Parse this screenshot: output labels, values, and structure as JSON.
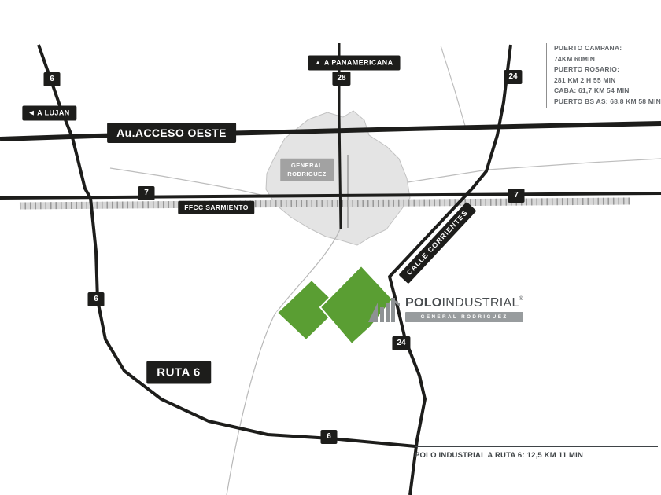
{
  "icons": {
    "arrow_up": "▲",
    "arrow_left": "◀"
  },
  "direction_labels": {
    "panamericana": "A PANAMERICANA",
    "lujan": "A LUJAN"
  },
  "road_labels": {
    "acceso_oeste": "Au.ACCESO OESTE",
    "ffcc_sarmiento": "FFCC SARMIENTO",
    "calle_corrientes": "CALLE CORRIENTES",
    "ruta_6": "RUTA 6"
  },
  "route_shields": [
    {
      "label": "6"
    },
    {
      "label": "28"
    },
    {
      "label": "24"
    },
    {
      "label": "7"
    },
    {
      "label": "7"
    },
    {
      "label": "6"
    },
    {
      "label": "24"
    },
    {
      "label": "6"
    }
  ],
  "city": {
    "name_line1": "GENERAL",
    "name_line2": "RODRIGUEZ"
  },
  "distances_panel": {
    "lines": [
      "PUERTO CAMPANA:",
      "74KM 60MIN",
      "PUERTO ROSARIO:",
      "281 KM 2 H 55 MIN",
      "CABA: 61,7 KM 54 MIN",
      "PUERTO BS AS: 68,8 KM 58 MIN"
    ]
  },
  "footer_note": "POLO INDUSTRIAL A RUTA 6: 12,5 KM 11 MIN",
  "logo": {
    "brand_bold": "POLO",
    "brand_light": "INDUSTRIAL",
    "registered": "®",
    "subtitle": "GENERAL RODRIGUEZ"
  },
  "colors": {
    "road": "#1d1d1b",
    "site_green": "#5a9e33",
    "city_fill": "#dadada",
    "label_bg": "#1d1d1b"
  }
}
